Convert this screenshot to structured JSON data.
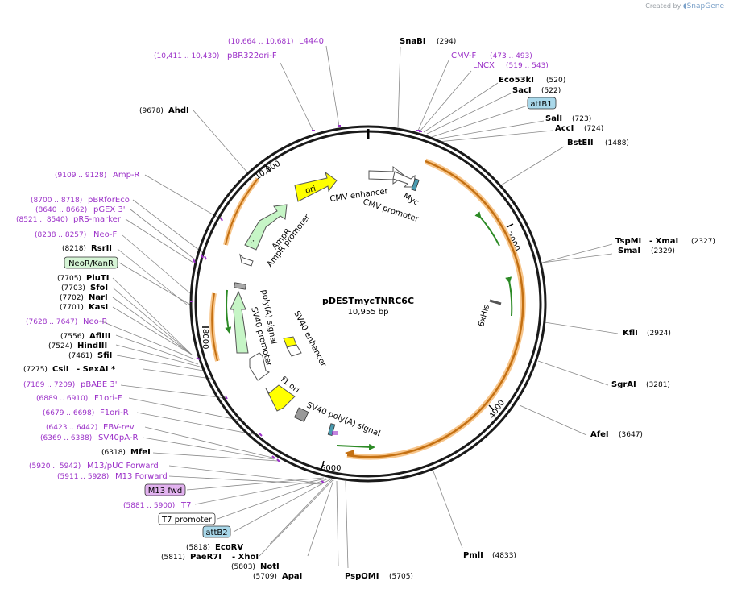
{
  "credit": {
    "prefix": "Created by",
    "brand": "SnapGene"
  },
  "plasmid": {
    "name": "pDESTmycTNRC6C",
    "length": "10,955 bp"
  },
  "ticks": [
    "2000",
    "4000",
    "6000",
    "8000",
    "10,000"
  ],
  "features": [
    "ori",
    "CMV enhancer",
    "CMV promoter",
    "Myc",
    "AmpR",
    "AmpR promoter",
    "poly(A) signal",
    "SV40 promoter",
    "SV40 enhancer",
    "f1 ori",
    "SV40 poly(A) signal",
    "6xHis"
  ],
  "right_labels": [
    {
      "kind": "enzyme",
      "name": "SnaBI",
      "pos": "(294)"
    },
    {
      "kind": "primer",
      "name": "CMV-F",
      "pos": "(473 .. 493)"
    },
    {
      "kind": "primer",
      "name": "LNCX",
      "pos": "(519 .. 543)"
    },
    {
      "kind": "enzyme",
      "name": "Eco53kI",
      "pos": "(520)"
    },
    {
      "kind": "enzyme",
      "name": "SacI",
      "pos": "(522)"
    },
    {
      "kind": "boxed",
      "name": "attB1"
    },
    {
      "kind": "enzyme",
      "name": "SalI",
      "pos": "(723)"
    },
    {
      "kind": "enzyme",
      "name": "AccI",
      "pos": "(724)"
    },
    {
      "kind": "enzyme",
      "name": "BstEII",
      "pos": "(1488)"
    },
    {
      "kind": "enzyme",
      "name": "TspMI",
      "extra": "- XmaI",
      "pos": "(2327)"
    },
    {
      "kind": "enzyme",
      "name": "SmaI",
      "pos": "(2329)"
    },
    {
      "kind": "enzyme",
      "name": "KflI",
      "pos": "(2924)"
    },
    {
      "kind": "enzyme",
      "name": "SgrAI",
      "pos": "(3281)"
    },
    {
      "kind": "enzyme",
      "name": "AfeI",
      "pos": "(3647)"
    },
    {
      "kind": "enzyme",
      "name": "PmlI",
      "pos": "(4833)"
    },
    {
      "kind": "enzyme",
      "name": "PspOMI",
      "pos": "(5705)"
    }
  ],
  "left_labels": [
    {
      "kind": "primer",
      "name": "L4440",
      "pos": "(10,664 .. 10,681)"
    },
    {
      "kind": "primer",
      "name": "pBR322ori-F",
      "pos": "(10,411 .. 10,430)"
    },
    {
      "kind": "enzyme",
      "name": "AhdI",
      "pos": "(9678)"
    },
    {
      "kind": "primer",
      "name": "Amp-R",
      "pos": "(9109 .. 9128)"
    },
    {
      "kind": "primer",
      "name": "pBRforEco",
      "pos": "(8700 .. 8718)"
    },
    {
      "kind": "primer",
      "name": "pGEX 3'",
      "pos": "(8640 .. 8662)"
    },
    {
      "kind": "primer",
      "name": "pRS-marker",
      "pos": "(8521 .. 8540)"
    },
    {
      "kind": "primer",
      "name": "Neo-F",
      "pos": "(8238 .. 8257)"
    },
    {
      "kind": "enzyme",
      "name": "RsrII",
      "pos": "(8218)"
    },
    {
      "kind": "boxed",
      "name": "NeoR/KanR"
    },
    {
      "kind": "enzyme",
      "name": "PluTI",
      "pos": "(7705)"
    },
    {
      "kind": "enzyme",
      "name": "SfoI",
      "pos": "(7703)"
    },
    {
      "kind": "enzyme",
      "name": "NarI",
      "pos": "(7702)"
    },
    {
      "kind": "enzyme",
      "name": "KasI",
      "pos": "(7701)"
    },
    {
      "kind": "primer",
      "name": "Neo-R",
      "pos": "(7628 .. 7647)"
    },
    {
      "kind": "enzyme",
      "name": "AflIII",
      "pos": "(7556)"
    },
    {
      "kind": "enzyme",
      "name": "HindIII",
      "pos": "(7524)"
    },
    {
      "kind": "enzyme",
      "name": "SfiI",
      "pos": "(7461)"
    },
    {
      "kind": "enzyme",
      "name": "CsiI",
      "extra": "- SexAI  *",
      "pos": "(7275)"
    },
    {
      "kind": "primer",
      "name": "pBABE 3'",
      "pos": "(7189 .. 7209)"
    },
    {
      "kind": "primer",
      "name": "F1ori-F",
      "pos": "(6889 .. 6910)"
    },
    {
      "kind": "primer",
      "name": "F1ori-R",
      "pos": "(6679 .. 6698)"
    },
    {
      "kind": "primer",
      "name": "EBV-rev",
      "pos": "(6423 .. 6442)"
    },
    {
      "kind": "primer",
      "name": "SV40pA-R",
      "pos": "(6369 .. 6388)"
    },
    {
      "kind": "enzyme",
      "name": "MfeI",
      "pos": "(6318)"
    },
    {
      "kind": "primer",
      "name": "M13/pUC Forward",
      "pos": "(5920 .. 5942)"
    },
    {
      "kind": "primer",
      "name": "M13 Forward",
      "pos": "(5911 .. 5928)"
    },
    {
      "kind": "boxed",
      "name": "M13 fwd"
    },
    {
      "kind": "primer",
      "name": "T7",
      "pos": "(5881 .. 5900)"
    },
    {
      "kind": "boxed",
      "name": "T7 promoter"
    },
    {
      "kind": "boxed",
      "name": "attB2"
    },
    {
      "kind": "enzyme",
      "name": "EcoRV",
      "pos": "(5818)"
    },
    {
      "kind": "enzyme",
      "name": "PaeR7I",
      "extra": "- XhoI",
      "pos": "(5811)"
    },
    {
      "kind": "enzyme",
      "name": "NotI",
      "pos": "(5803)"
    },
    {
      "kind": "enzyme",
      "name": "ApaI",
      "pos": "(5709)"
    }
  ],
  "colors": {
    "enzyme": "#000000",
    "primer": "#9b30c8",
    "orange": "#f2a23a",
    "green": "#3fa535",
    "yellow": "#ffff00",
    "lightgreen": "#c6f5c6",
    "attB": "#a9d8ea",
    "m13": "#e3b3f0",
    "neo": "#d6f5d6"
  }
}
